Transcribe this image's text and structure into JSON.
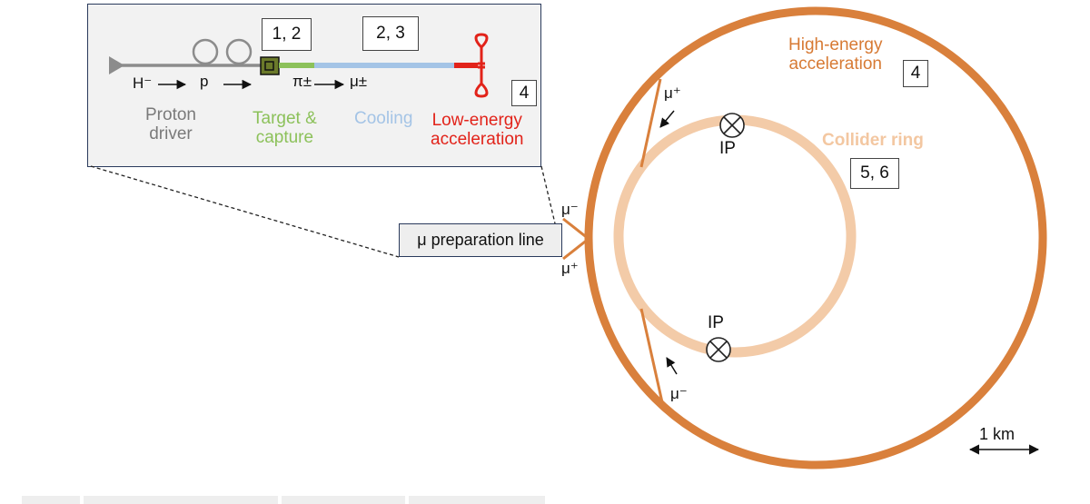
{
  "inset": {
    "particles": {
      "h_minus": "H⁻",
      "p": "p",
      "pi": "π±",
      "mu": "μ±"
    },
    "stages": {
      "proton_driver": [
        "Proton",
        "driver"
      ],
      "target_capture": [
        "Target &",
        "capture"
      ],
      "cooling": "Cooling",
      "low_energy": [
        "Low-energy",
        "acceleration"
      ]
    },
    "tags": {
      "target": "1, 2",
      "cooling": "2, 3",
      "low_energy": "4"
    }
  },
  "main": {
    "high_energy": [
      "High-energy",
      "acceleration"
    ],
    "high_energy_tag": "4",
    "collider_ring": "Collider ring",
    "collider_tag": "5, 6",
    "ip_top": "IP",
    "ip_bottom": "IP",
    "mu_plus_top": "μ⁺",
    "mu_minus_bottom": "μ⁻",
    "prep_mu_minus": "μ⁻",
    "prep_mu_plus": "μ⁺",
    "prep_line": "μ preparation line",
    "scale": "1 km"
  },
  "colors": {
    "outer_ring": "#d9803c",
    "collider_ring": "#f3cba8",
    "target": "#8cc15a",
    "cooling": "#a4c4e6",
    "low_energy": "#e2231a",
    "proton_line": "#8c8c8c",
    "frame": "#2a3a5c"
  }
}
